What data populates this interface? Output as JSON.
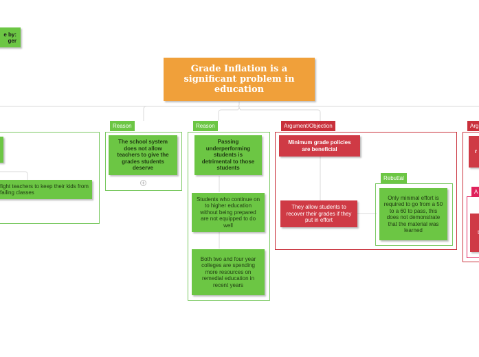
{
  "author_box": {
    "line1": "e by:",
    "line2": "ger"
  },
  "central_topic": "Grade Inflation is a significant problem in education",
  "left_branch": {
    "child_text": "fight teachers to keep their kids from failing classes"
  },
  "reason1": {
    "tag": "Reason",
    "text": "The school system does not allow teachers to give the grades students deserve",
    "collapse_symbol": "+"
  },
  "reason2": {
    "tag": "Reason",
    "text": "Passing underperforming students is detrimental to those students",
    "children": [
      "Students who continue on to higher education without being prepared are not equipped to do well",
      "Both two and four year colleges are spending more resources on remedial education in recent years"
    ]
  },
  "objection": {
    "tag": "Argument/Objection",
    "text": "Minimum grade policies are beneficial",
    "child_text": "They allow students to recover their grades if they put in effort",
    "rebuttal": {
      "tag": "Rebuttal",
      "text": "Only minimal effort is required to go from a 50 to a 60 to pass, this does not demonstrate that the material was learned"
    }
  },
  "right_cut": {
    "tag1": "Arg",
    "tag2": "A",
    "text1": "r",
    "text2": "t"
  }
}
